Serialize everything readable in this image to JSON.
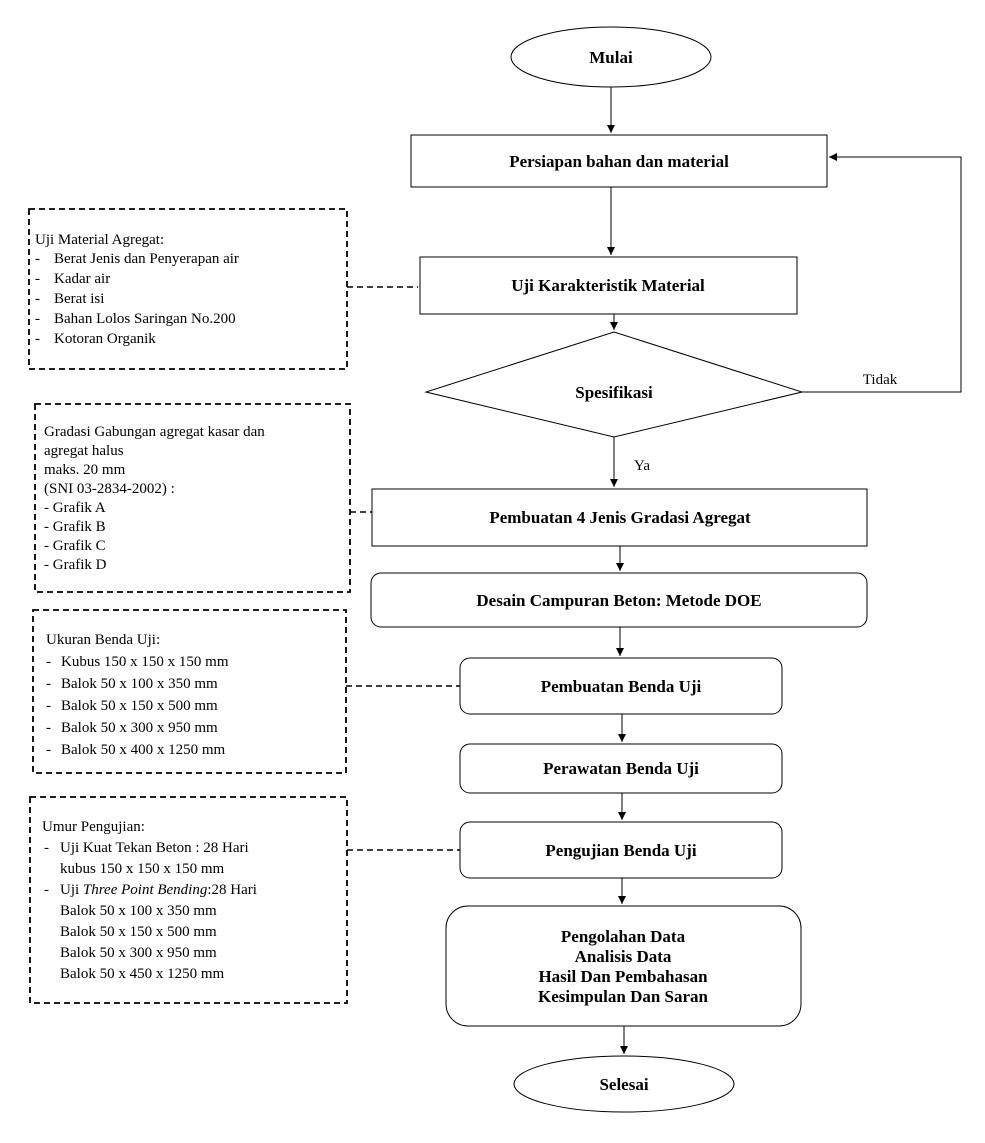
{
  "flow": {
    "start": "Mulai",
    "persiapan": "Persiapan bahan dan material",
    "uji_karakteristik": "Uji Karakteristik Material",
    "spesifikasi": "Spesifikasi",
    "tidak": "Tidak",
    "ya": "Ya",
    "pembuatan_gradasi": "Pembuatan 4 Jenis Gradasi Agregat",
    "desain_campuran": "Desain Campuran Beton: Metode DOE",
    "pembuatan_benda": "Pembuatan Benda Uji",
    "perawatan": "Perawatan Benda Uji",
    "pengujian": "Pengujian Benda Uji",
    "pengolahan": [
      "Pengolahan Data",
      "Analisis Data",
      "Hasil Dan Pembahasan",
      "Kesimpulan Dan Saran"
    ],
    "end": "Selesai"
  },
  "notes": {
    "material": {
      "title": "Uji Material Agregat:",
      "items": [
        "Berat Jenis dan Penyerapan air",
        "Kadar air",
        "Berat isi",
        "Bahan Lolos Saringan No.200",
        "Kotoran Organik"
      ]
    },
    "gradasi": {
      "lines": [
        "Gradasi Gabungan agregat kasar dan",
        "agregat halus",
        "maks. 20 mm",
        "(SNI 03-2834-2002) :",
        "- Grafik A",
        "- Grafik B",
        "- Grafik C",
        "- Grafik D"
      ]
    },
    "ukuran": {
      "title": "Ukuran Benda Uji:",
      "items": [
        "Kubus 150 x 150 x 150 mm",
        "Balok 50 x 100 x 350 mm",
        "Balok 50 x 150 x 500 mm",
        "Balok 50 x 300 x 950 mm",
        "Balok 50 x 400 x 1250 mm"
      ]
    },
    "umur": {
      "title": "Umur Pengujian:",
      "item1": "Uji Kuat Tekan Beton : 28 Hari",
      "item1_sub": "kubus 150 x 150 x 150 mm",
      "item2_prefix": "Uji ",
      "item2_italic": "Three Point Bending",
      "item2_suffix": ":28 Hari",
      "item2_subs": [
        "Balok 50 x 100 x 350 mm",
        "Balok 50 x 150 x 500 mm",
        "Balok 50 x 300 x 950 mm",
        "Balok 50 x 450 x 1250 mm"
      ]
    }
  }
}
